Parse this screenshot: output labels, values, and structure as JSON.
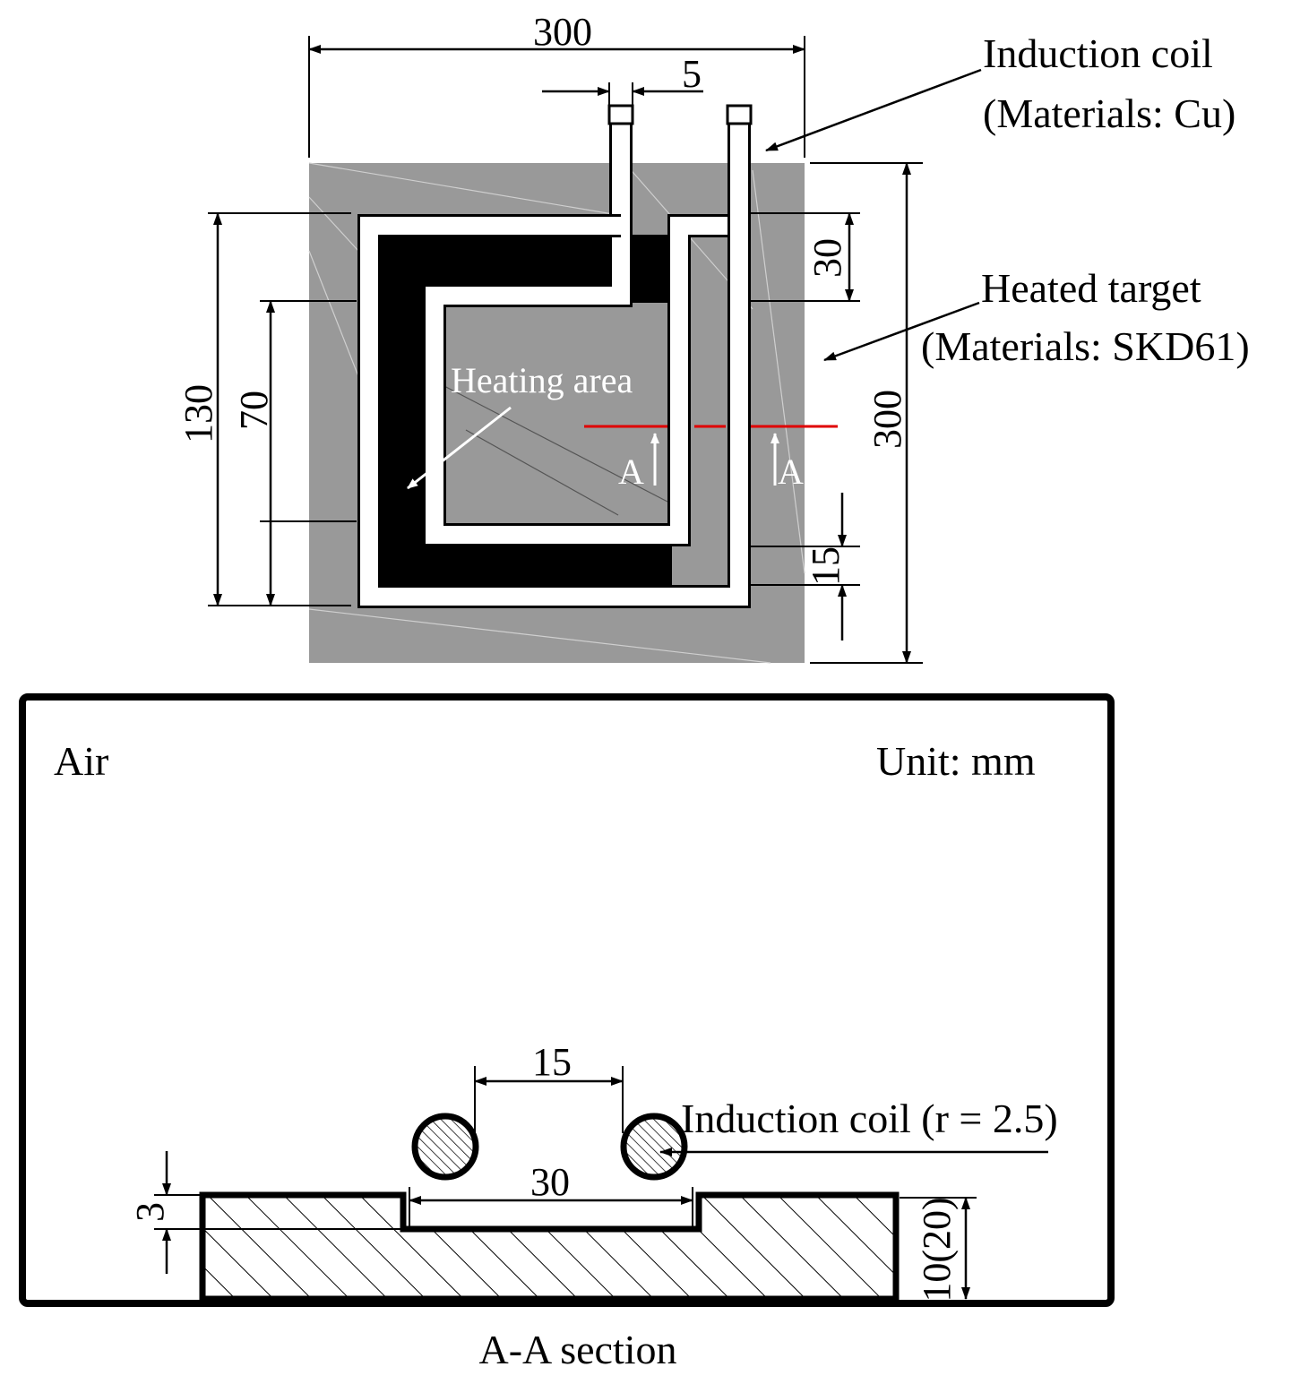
{
  "top_view": {
    "dim_width": "300",
    "dim_coil_width": "5",
    "dim_height": "300",
    "dim_30": "30",
    "dim_15": "15",
    "dim_130": "130",
    "dim_70": "70",
    "label_coil": "Induction coil",
    "label_coil_material": "(Materials: Cu)",
    "label_target": "Heated target",
    "label_target_material": "(Materials: SKD61)",
    "label_heating_area": "Heating area",
    "section_mark": "A"
  },
  "section_view": {
    "label_air": "Air",
    "label_unit": "Unit: mm",
    "dim_coil_spacing": "15",
    "label_coil": "Induction coil (r = 2.5)",
    "dim_groove_width": "30",
    "dim_groove_depth": "3",
    "dim_thickness": "10(20)",
    "caption": "A-A section"
  },
  "colors": {
    "target_gray": "#999999",
    "cut_line": "#e00000",
    "black": "#000000",
    "white": "#ffffff"
  }
}
